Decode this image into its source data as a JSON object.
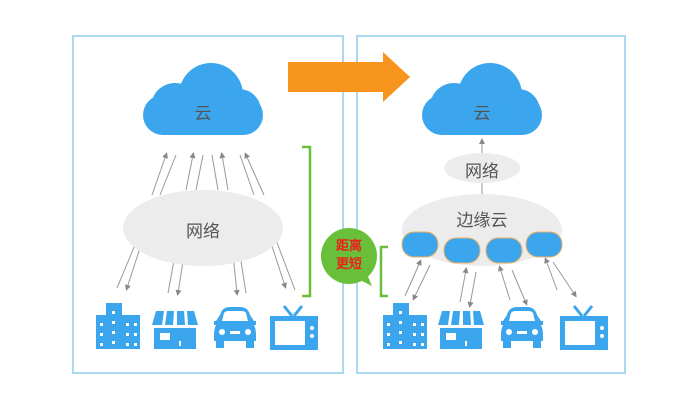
{
  "left_panel": {
    "cloud_label": "云",
    "network_label": "网络"
  },
  "right_panel": {
    "cloud_label": "云",
    "network_label": "网络",
    "edge_cloud_label": "边缘云"
  },
  "callout": {
    "line1": "距离",
    "line2": "更短"
  },
  "devices": [
    "building-icon",
    "store-icon",
    "car-icon",
    "tv-icon"
  ],
  "colors": {
    "cloud": "#3ba6ee",
    "icon": "#3ba6ee",
    "arrow": "#f7941d",
    "bracket": "#6abf3a",
    "callout_bg": "#6abf3a",
    "callout_text": "#e8221b",
    "ellipse": "#ececec",
    "border": "#a9d8ef"
  }
}
